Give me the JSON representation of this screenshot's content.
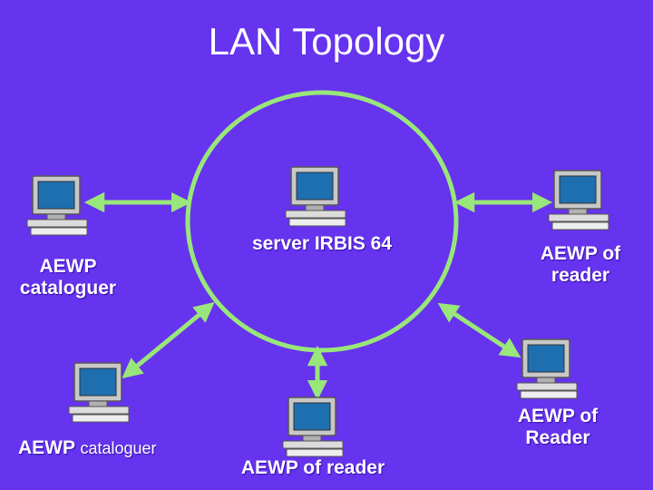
{
  "title": "LAN Topology",
  "colors": {
    "background": "#6633ee",
    "link": "#99e67a",
    "ring": "#99e67a",
    "text": "#ffffff"
  },
  "nodes": {
    "server": {
      "label": "server IRBIS 64",
      "icon": "computer-icon"
    },
    "cataloguer_top": {
      "label_line1": "AEWP",
      "label_line2": "cataloguer",
      "icon": "computer-icon"
    },
    "cataloguer_bottom": {
      "label_main": "AEWP",
      "label_small": "cataloguer",
      "icon": "computer-icon"
    },
    "reader_top": {
      "label_line1": "AEWP of",
      "label_line2": "reader",
      "icon": "computer-icon"
    },
    "reader_bottom": {
      "label": "AEWP of reader",
      "icon": "computer-icon"
    },
    "reader_right": {
      "label_line1": "AEWP of",
      "label_line2": "Reader",
      "icon": "computer-icon"
    }
  }
}
